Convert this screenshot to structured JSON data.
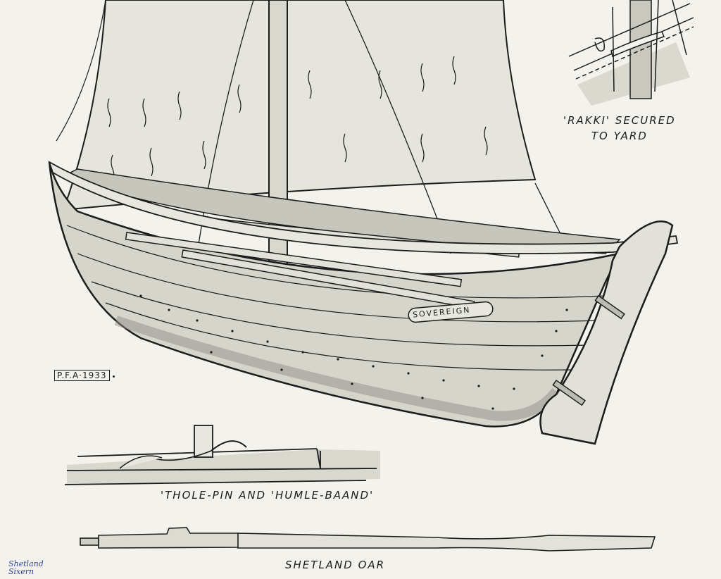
{
  "artwork": {
    "type": "ink and wash technical illustration",
    "subject": "Shetland sixareen (six-oared boat) with details",
    "palette": {
      "paper": "#f3f2ec",
      "ink": "#1c1c1c",
      "wash_light": "#dcdbd2",
      "wash_mid": "#bdbcb2",
      "wash_dark": "#8f8e86",
      "pencil_blue": "#34449a"
    }
  },
  "labels": {
    "rakki_line1": "'RAKKI' SECURED",
    "rakki_line2": "TO YARD",
    "thole_pin": "'THOLE-PIN AND 'HUMLE-BAAND'",
    "oar": "SHETLAND OAR",
    "boat_name": "SOVEREIGN",
    "signature": "P.F.A·1933",
    "pencil_note_line1": "Shetland",
    "pencil_note_line2": "Sixern"
  }
}
